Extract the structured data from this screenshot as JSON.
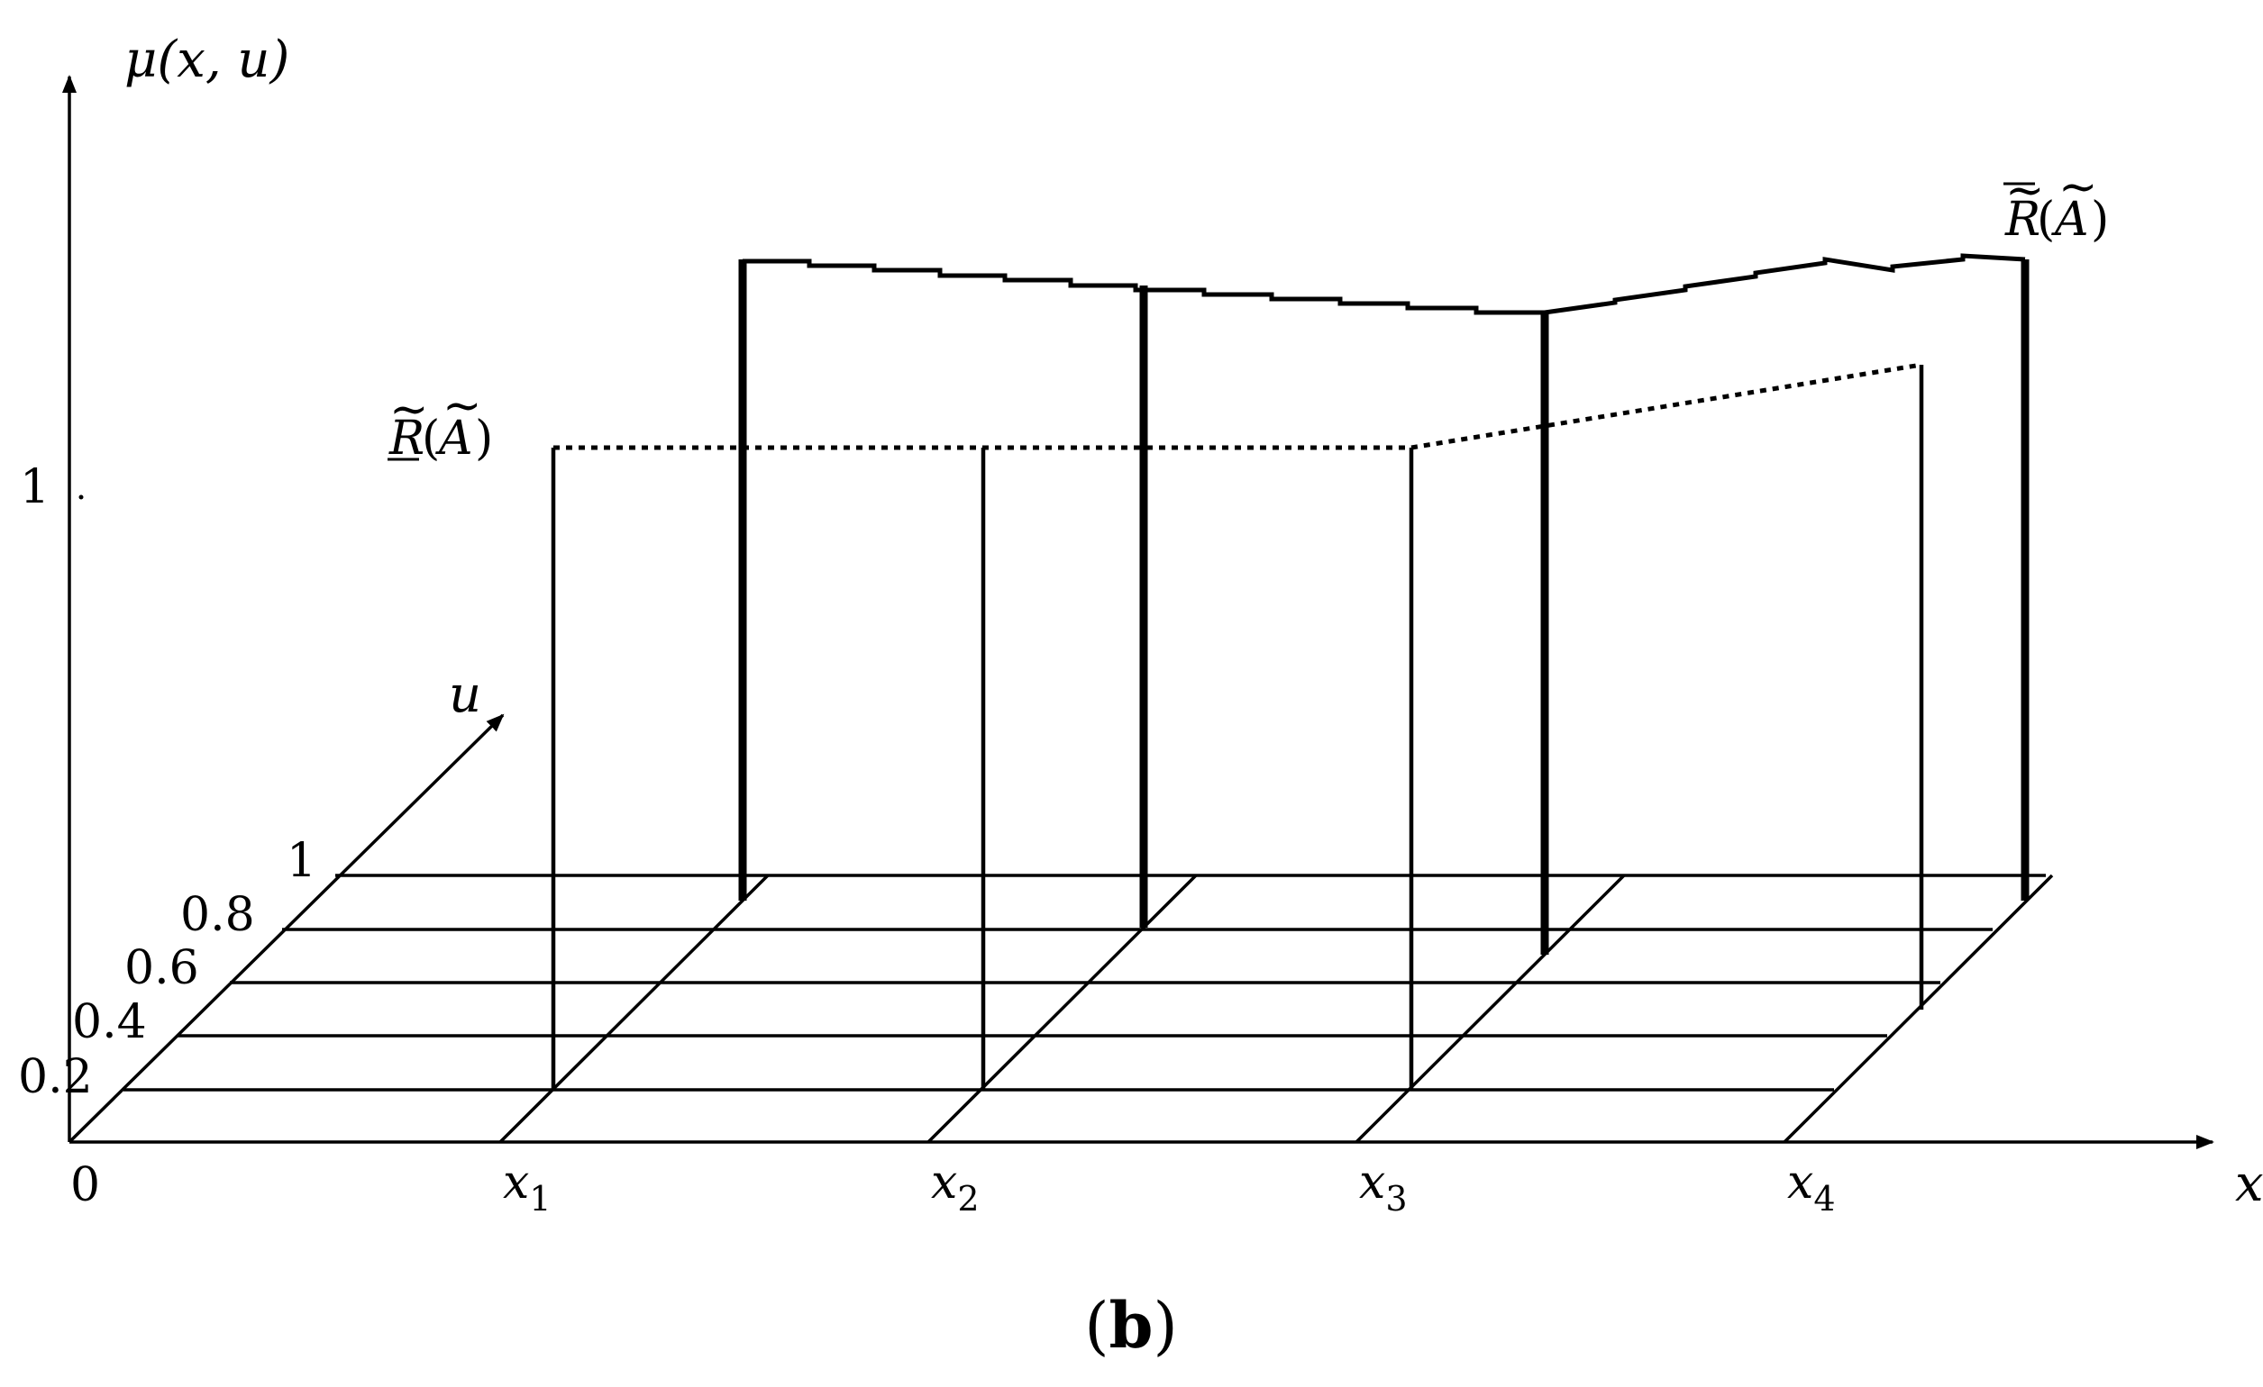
{
  "axes": {
    "y_label": "μ(x, u)",
    "y_tick": "1",
    "u_label": "u",
    "x_label": "x",
    "origin": "0"
  },
  "u_ticks": [
    "0.2",
    "0.4",
    "0.6",
    "0.8",
    "1"
  ],
  "x_ticks": [
    {
      "base": "x",
      "sub": "1"
    },
    {
      "base": "x",
      "sub": "2"
    },
    {
      "base": "x",
      "sub": "3"
    },
    {
      "base": "x",
      "sub": "4"
    }
  ],
  "lower_label": {
    "R": "R",
    "A": "A",
    "open": "(",
    "close": ")"
  },
  "upper_label": {
    "R": "R",
    "A": "A",
    "open": "(",
    "close": ")"
  },
  "caption": {
    "open": "(",
    "letter": "b",
    "close": ")"
  }
}
